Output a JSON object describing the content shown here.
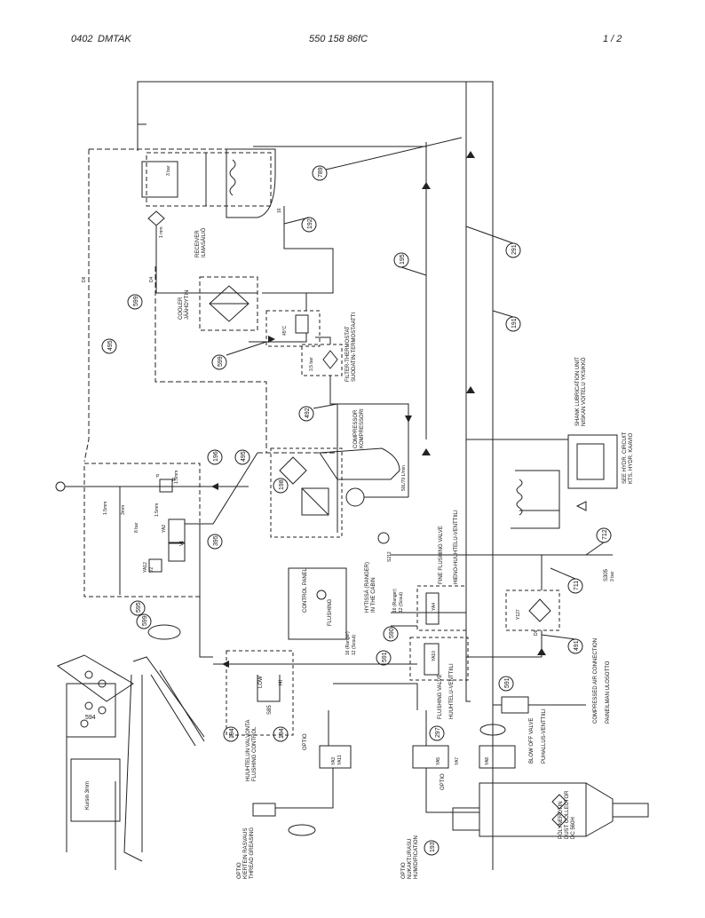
{
  "header": {
    "left_code": "0402",
    "left_title": "DMTAK",
    "doc_number": "550 158 86fC",
    "page": "1 /  2"
  },
  "callouts": [
    "789",
    "192",
    "195",
    "291",
    "191",
    "599",
    "495",
    "599",
    "492",
    "196",
    "495",
    "198",
    "395",
    "595",
    "599",
    "194",
    "590",
    "591",
    "594",
    "194",
    "591",
    "297",
    "193",
    "711",
    "712",
    "491"
  ],
  "labels": {
    "receiver": "RECEIVER",
    "receiver_fi": "ILMASÄILIÖ",
    "cooler": "COOLER",
    "cooler_fi": "JÄÄHDYTIN",
    "filter_thermostat": "FILTER-THERMOSTAT",
    "filter_thermostat_fi": "SUODATIN-TERMOSTAATTI",
    "compressor": "COMPRESSOR",
    "compressor_fi": "KOMPRESSORI",
    "compressor_flow": "50L/70 L/min",
    "compressor_flow_code": "S212",
    "shank_lub": "SHANK LUBRICATION UNIT",
    "shank_lub_fi": "NISKAN VOITELU YKSIKKÖ",
    "see_hydr": "SEE HYDR. CIRCUIT",
    "see_hydr_fi": "KTS. HYDR. KAAVIO",
    "control_panel": "CONTROL PANEL",
    "flushing": "FLUSHING",
    "in_cabin": "HYTISSÄ (RANGER)",
    "in_cabin_en": "IN THE CABIN",
    "ranger_1": "16 (Ranger)",
    "ranger_1b": "12 (Scout)",
    "ranger_2": "16 (Ranger)",
    "ranger_2b": "12 (Scout)",
    "fine_flushing": "FINE FLUSHING VALVE",
    "fine_flushing_fi": "HIENO-HUUHTELU-VENTTIILI",
    "flushing_valve": "FLUSHING VALVE",
    "flushing_valve_fi": "HUUHTELU-VENTTIILI",
    "flushing_control": "FLUSHING CONTROL",
    "flushing_control_fi": "HUUHTELUN VALVONTA",
    "blow_off": "BLOW OFF VALVE",
    "blow_off_fi": "PUHALLUS-VENTTIILI",
    "compressed_air": "COMPRESSED AIR CONNECTION",
    "compressed_air_fi": "PAINEILMAN ULOSOTTO",
    "dust_collector": "DUST COLLECTOR",
    "dust_collector_fi": "PÖLYNEROTIN",
    "dust_collector_code": "DC 560H",
    "thread_greasing": "THREAD GREASING",
    "thread_greasing_fi": "KIERTEIN RASVAUS",
    "thread_greasing_opt": "OPTIO",
    "humidification": "HUMIDIFICATION",
    "humidification_fi": "NUKAKTURASU",
    "humidification_opt": "OPTIO",
    "opt1": "OPTIO",
    "opt2": "OPTIO",
    "kursin": "Kursin 3mm",
    "low": "LOW",
    "hi": "HI",
    "s85": "S85",
    "s305": "S305",
    "bar3": "3 bar",
    "bar3b": "3 bar",
    "bar8": "8 bar",
    "bar35": "3,5 bar",
    "temp": "45°C",
    "mm1": "1 mm",
    "mm15a": "1.5mm",
    "mm15b": "1.5mm",
    "mm15c": "1.5mm",
    "mm3": "3mm",
    "y127": "Y127",
    "ya2": "YA2",
    "ya3": "YA3",
    "ya4": "YA4",
    "ya5": "YA5",
    "ya7": "YA7",
    "ya8": "YA8",
    "ya10": "YA10",
    "ya11": "YA11",
    "ya12": "YA12",
    "v1": "V1",
    "v2": "V2",
    "d16": "16",
    "d6": "D6",
    "d4": "D4",
    "d8": "D8",
    "p": "P",
    "r": "R"
  }
}
